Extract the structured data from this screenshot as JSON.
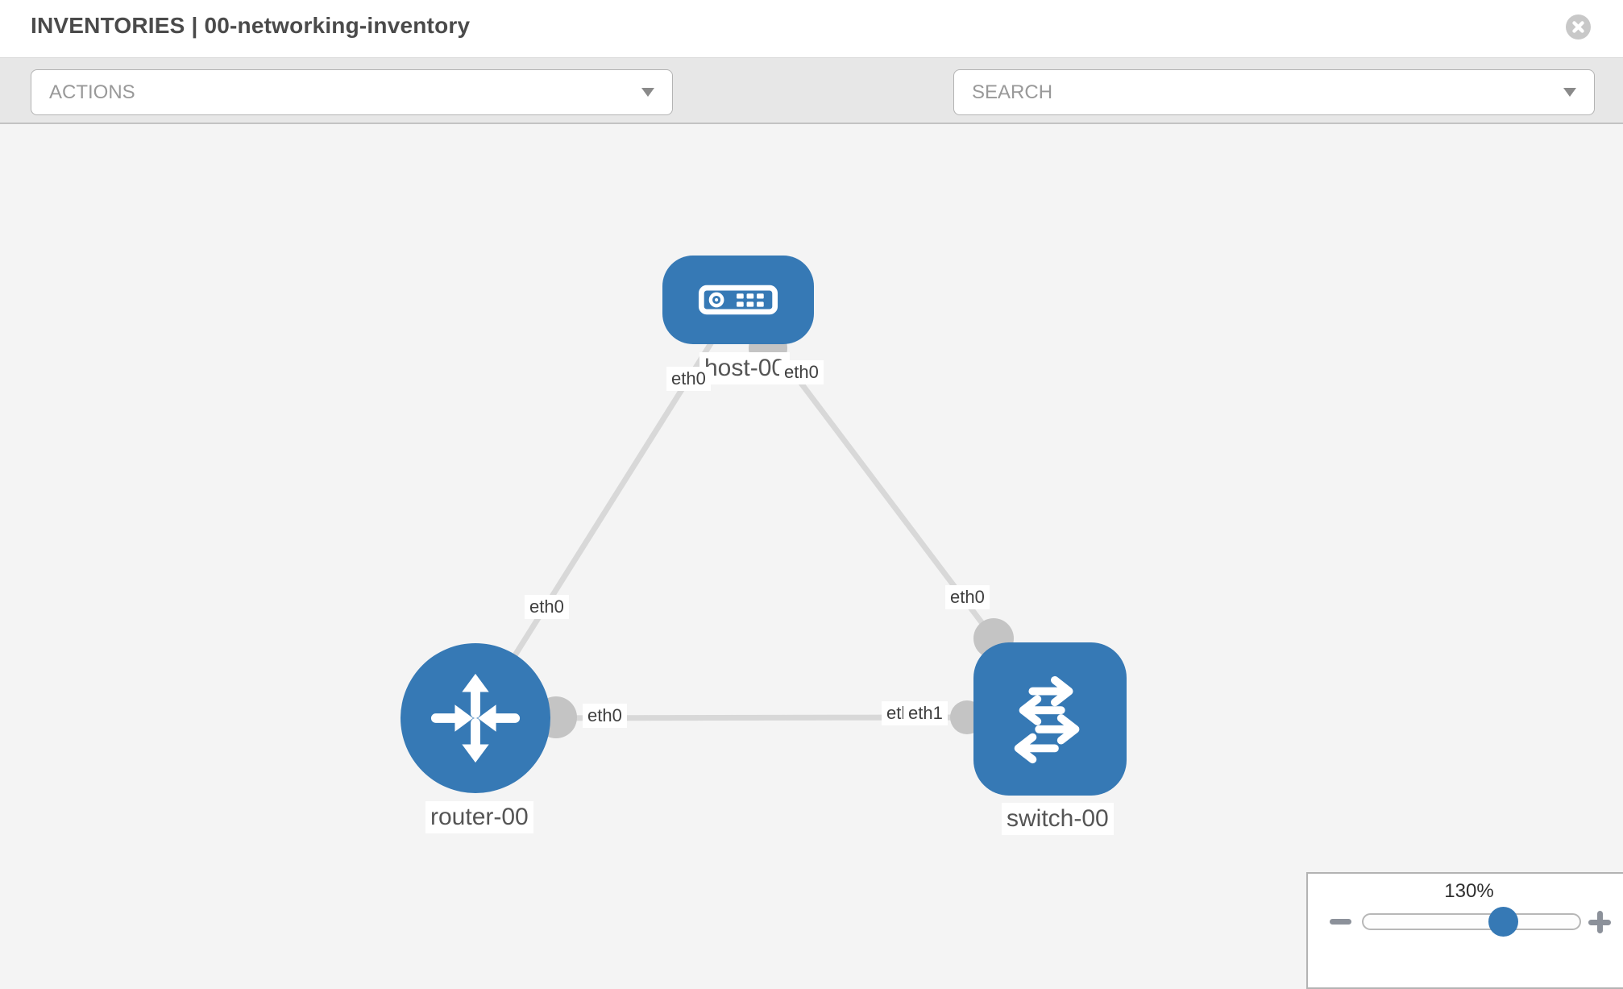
{
  "header": {
    "title": "INVENTORIES | 00-networking-inventory",
    "close_icon": "close-circle-icon"
  },
  "toolbar": {
    "actions_label": "ACTIONS",
    "search_label": "SEARCH",
    "icons": [
      "wrench-icon",
      "key-icon",
      "caret-down-icon"
    ]
  },
  "topology": {
    "nodes": [
      {
        "id": "host-00",
        "type": "host",
        "label": "host-00"
      },
      {
        "id": "router-00",
        "type": "router",
        "label": "router-00"
      },
      {
        "id": "switch-00",
        "type": "switch",
        "label": "switch-00"
      }
    ],
    "links": [
      {
        "from": "host-00",
        "to": "router-00",
        "from_if": "eth0",
        "to_if": "eth0"
      },
      {
        "from": "host-00",
        "to": "switch-00",
        "from_if": "eth0",
        "to_if": "eth0"
      },
      {
        "from": "router-00",
        "to": "switch-00",
        "from_if": "eth0",
        "to_if": "eth1"
      }
    ],
    "overlap_hidden_label": "eth0"
  },
  "zoom_control": {
    "value": "130%",
    "minus_icon": "minus-icon",
    "plus_icon": "plus-icon",
    "thumb_position_pct": 64
  },
  "colors": {
    "node_blue": "#3679b5",
    "connector_gray": "#c4c4c4",
    "link_gray": "#d8d8d8",
    "toolbar_gray": "#e7e7e7",
    "canvas_gray": "#f4f4f4"
  }
}
